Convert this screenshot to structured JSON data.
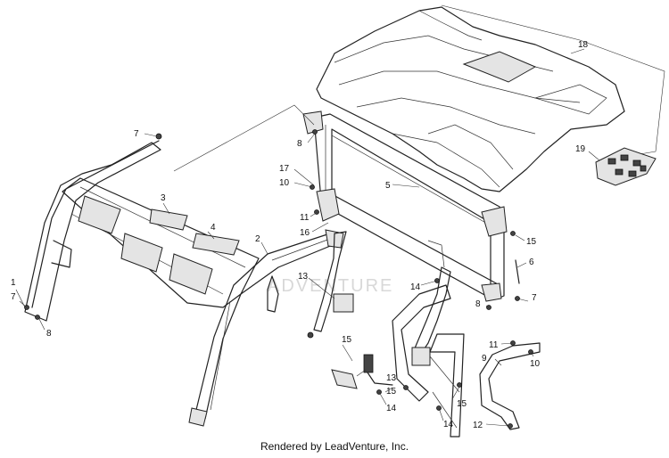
{
  "footer": "Rendered by LeadVenture, Inc.",
  "watermark": "ADVENTURE",
  "callouts": [
    {
      "id": "c18",
      "label": "18"
    },
    {
      "id": "c19",
      "label": "19"
    },
    {
      "id": "c7a",
      "label": "7"
    },
    {
      "id": "c8a",
      "label": "8"
    },
    {
      "id": "c17",
      "label": "17"
    },
    {
      "id": "c10a",
      "label": "10"
    },
    {
      "id": "c5",
      "label": "5"
    },
    {
      "id": "c3",
      "label": "3"
    },
    {
      "id": "c4",
      "label": "4"
    },
    {
      "id": "c11a",
      "label": "11"
    },
    {
      "id": "c16",
      "label": "16"
    },
    {
      "id": "c2",
      "label": "2"
    },
    {
      "id": "c15a",
      "label": "15"
    },
    {
      "id": "c6",
      "label": "6"
    },
    {
      "id": "c1",
      "label": "1"
    },
    {
      "id": "c7b",
      "label": "7"
    },
    {
      "id": "c8b",
      "label": "8"
    },
    {
      "id": "c13a",
      "label": "13"
    },
    {
      "id": "c14a",
      "label": "14"
    },
    {
      "id": "c7c",
      "label": "7"
    },
    {
      "id": "c8c",
      "label": "8"
    },
    {
      "id": "c11b",
      "label": "11"
    },
    {
      "id": "c9",
      "label": "9"
    },
    {
      "id": "c10b",
      "label": "10"
    },
    {
      "id": "c15b",
      "label": "15"
    },
    {
      "id": "c13b",
      "label": "13"
    },
    {
      "id": "c15c",
      "label": "15"
    },
    {
      "id": "c15d",
      "label": "15"
    },
    {
      "id": "c14b",
      "label": "14"
    },
    {
      "id": "c14c",
      "label": "14"
    },
    {
      "id": "c12",
      "label": "12"
    }
  ]
}
